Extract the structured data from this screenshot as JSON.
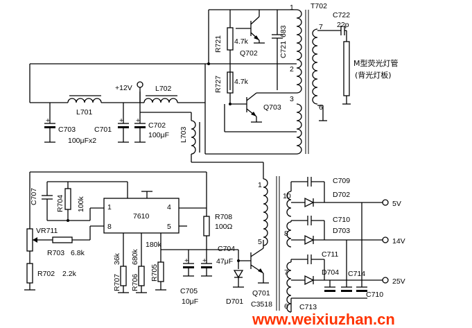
{
  "labels": {
    "t702": "T702",
    "pin1": "1",
    "pin2": "2",
    "pin3": "3",
    "pin6": "6",
    "pin7": "7",
    "c722": "C722",
    "c722_val": "22p",
    "r721": "R721",
    "r721_val": "4.7k",
    "c721": "C721",
    "c721_val": "683",
    "q702": "Q702",
    "r727": "R727",
    "r727_val": "4.7k",
    "q703": "Q703",
    "lamp_line1": "M型荧光灯管",
    "lamp_line2": "(背光灯板)",
    "v12": "+12V",
    "l702": "L702",
    "l701": "L701",
    "c703": "C703",
    "c703_val": "100μFx2",
    "c701": "C701",
    "c702": "C702",
    "c702_val": "100μF",
    "l703": "L703",
    "c707": "C707",
    "r704": "R704",
    "r704_val": "100k",
    "ic_name": "7610",
    "ic_p1": "1",
    "ic_p4": "4",
    "ic_p8": "8",
    "ic_p5": "5",
    "vr711": "VR711",
    "r703": "R703",
    "r703_val": "6.8k",
    "r702": "R702",
    "r702_val": "2.2k",
    "r707": "R707",
    "r707_val": "36k",
    "r706": "R706",
    "r706_val": "680k",
    "r705": "R705",
    "r705_val": "180k",
    "r708": "R708",
    "r708_val": "100Ω",
    "c704": "C704",
    "c704_val": "47μF",
    "c705": "C705",
    "c705_val": "10μF",
    "d701": "D701",
    "q701": "Q701",
    "q701_val": "C3518",
    "tp1": "1",
    "tp5": "5",
    "tp10": "10",
    "tp8": "8",
    "tp7": "7",
    "tp6": "6",
    "c709": "C709",
    "d702": "D702",
    "c710": "C710",
    "d703": "D703",
    "c711": "C711",
    "d704": "D704",
    "c714": "C714",
    "c713": "C713",
    "c719": "C710",
    "out5": "5V",
    "out14": "14V",
    "out25": "25V",
    "watermark": "www.weixiuzhan.cn"
  }
}
